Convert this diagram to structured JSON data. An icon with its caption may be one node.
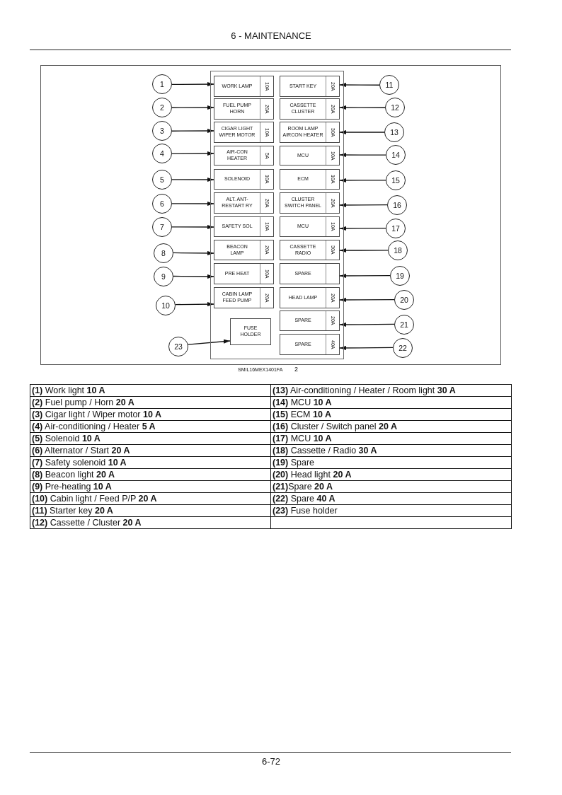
{
  "diagram": {
    "title": "6 - MAINTENANCE",
    "nodes": [
      {
        "text": [],
        "shape": "box"
      },
      {
        "text": [
          "WORK LAMP",
          "10A"
        ],
        "in": 0
      },
      {
        "text": [
          "FUEL PUMP HORN",
          "20A"
        ],
        "in": 0
      },
      {
        "text": [
          "CIGAR LIGHT WIPER MOTOR",
          "10A"
        ],
        "in": 0
      },
      {
        "text": [
          "AIR-CON HEATER",
          "5A"
        ],
        "in": 0
      },
      {
        "text": [
          "SOLENOID",
          "10A"
        ],
        "in": 0
      },
      {
        "text": [
          "ALT. ANT-RESTART RY",
          "20A"
        ],
        "in": 0
      },
      {
        "text": [
          "SAFETY SOL",
          "10A"
        ],
        "in": 0
      },
      {
        "text": [
          "BEACON LAMP",
          "20A"
        ],
        "in": 0
      },
      {
        "text": [
          "PRE HEAT",
          "10A"
        ],
        "in": 0
      },
      {
        "text": [
          "CABIN LAMP FEED PUMP",
          "20A"
        ],
        "in": 0
      },
      {
        "text": [
          "START KEY",
          "20A"
        ],
        "in": 0
      },
      {
        "text": [
          "CASSETTE CLUSTER",
          "20A"
        ],
        "in": 0
      },
      {
        "text": [
          "ROOM LAMP AIRCON HEATER",
          "30A"
        ],
        "in": 0
      },
      {
        "text": [
          "MCU",
          "10A"
        ],
        "in": 0
      },
      {
        "text": [
          "ECM",
          "10A"
        ],
        "in": 0
      },
      {
        "text": [
          "CLUSTER SWITCH PANEL",
          "20A"
        ],
        "in": 0
      },
      {
        "text": [
          "MCU",
          "10A"
        ],
        "in": 0
      },
      {
        "text": [
          "CASSETTE RADIO",
          "30A"
        ],
        "in": 0
      },
      {
        "text": [
          "SPARE"
        ],
        "in": 0
      },
      {
        "text": [
          "HEAD LAMP",
          "20A"
        ],
        "in": 0
      },
      {
        "text": [
          "SPARE",
          "20A"
        ],
        "in": 0
      },
      {
        "text": [
          "SPARE",
          "40A"
        ],
        "in": 0
      },
      {
        "text": [
          "FUSE HOLDER"
        ],
        "in": 0
      },
      {
        "text": [
          "1"
        ]
      },
      {
        "text": [
          "2"
        ]
      },
      {
        "text": [
          "3"
        ]
      },
      {
        "text": [
          "4"
        ]
      },
      {
        "text": [
          "5"
        ]
      },
      {
        "text": [
          "6"
        ]
      },
      {
        "text": [
          "7"
        ]
      },
      {
        "text": [
          "8"
        ]
      },
      {
        "text": [
          "9"
        ]
      },
      {
        "text": [
          "10"
        ]
      },
      {
        "text": [
          "11"
        ]
      },
      {
        "text": [
          "12"
        ]
      },
      {
        "text": [
          "13"
        ]
      },
      {
        "text": [
          "14"
        ]
      },
      {
        "text": [
          "15"
        ]
      },
      {
        "text": [
          "16"
        ]
      },
      {
        "text": [
          "17"
        ]
      },
      {
        "text": [
          "18"
        ]
      },
      {
        "text": [
          "19"
        ]
      },
      {
        "text": [
          "20"
        ]
      },
      {
        "text": [
          "21"
        ]
      },
      {
        "text": [
          "22"
        ]
      },
      {
        "text": [
          "23"
        ]
      }
    ],
    "edges": [
      {
        "from": 24,
        "to": 1,
        "arrow": "to"
      },
      {
        "from": 25,
        "to": 2,
        "arrow": "to"
      },
      {
        "from": 26,
        "to": 3,
        "arrow": "to"
      },
      {
        "from": 27,
        "to": 4,
        "arrow": "to"
      },
      {
        "from": 28,
        "to": 5,
        "arrow": "to"
      },
      {
        "from": 29,
        "to": 6,
        "arrow": "to"
      },
      {
        "from": 30,
        "to": 7,
        "arrow": "to"
      },
      {
        "from": 31,
        "to": 8,
        "arrow": "to"
      },
      {
        "from": 32,
        "to": 9,
        "arrow": "to"
      },
      {
        "from": 33,
        "to": 10,
        "arrow": "to"
      },
      {
        "from": 34,
        "to": 11,
        "arrow": "to"
      },
      {
        "from": 35,
        "to": 12,
        "arrow": "to"
      },
      {
        "from": 36,
        "to": 13,
        "arrow": "to"
      },
      {
        "from": 37,
        "to": 14,
        "arrow": "to"
      },
      {
        "from": 38,
        "to": 15,
        "arrow": "to"
      },
      {
        "from": 39,
        "to": 16,
        "arrow": "to"
      },
      {
        "from": 40,
        "to": 17,
        "arrow": "to"
      },
      {
        "from": 41,
        "to": 18,
        "arrow": "to"
      },
      {
        "from": 42,
        "to": 19,
        "arrow": "to"
      },
      {
        "from": 43,
        "to": 20,
        "arrow": "to"
      },
      {
        "from": 44,
        "to": 21,
        "arrow": "to"
      },
      {
        "from": 45,
        "to": 22,
        "arrow": "to"
      },
      {
        "from": 46,
        "to": 23,
        "arrow": "to"
      }
    ],
    "labels": [
      "SMIL16MEX1401FA",
      "2",
      "**(1)** Work light **10 A**",
      "**(13)** Air-conditioning / Heater / Room light **30 A**",
      "**(2)** Fuel pump / Horn **20 A**",
      "**(14)** MCU **10 A**",
      "**(3)** Cigar light / Wiper motor **10 A**",
      "**(15)** ECM **10 A**",
      "**(4)** Air-conditioning / Heater **5 A**",
      "**(16)** Cluster / Switch panel **20 A**",
      "**(5)** Solenoid **10 A**",
      "**(17)** MCU **10 A**",
      "**(6)** Alternator / Start **20 A**",
      "**(18)** Cassette / Radio **30 A**",
      "**(7)** Safety solenoid **10 A**",
      "**(19)** Spare",
      "**(8)** Beacon light **20 A**",
      "**(20)** Head light **20 A**",
      "**(9)** Pre-heating **10 A**",
      "**(21)**Spare **20 A**",
      "**(10)** Cabin light / Feed P/P **20 A**",
      "**(22)** Spare **40 A**",
      "**(11)** Starter key **20 A**",
      "**(23)** Fuse holder",
      "**(12)** Cassette / Cluster **20 A**",
      "6-72"
    ]
  }
}
